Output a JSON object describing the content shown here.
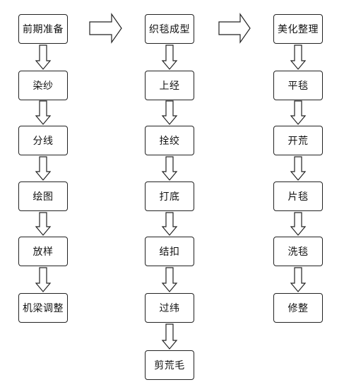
{
  "stages": [
    {
      "header": "前期准备",
      "steps": [
        "染纱",
        "分线",
        "绘图",
        "放样",
        "机梁调整"
      ]
    },
    {
      "header": "织毯成型",
      "steps": [
        "上经",
        "拴绞",
        "打底",
        "结扣",
        "过纬",
        "剪荒毛"
      ]
    },
    {
      "header": "美化整理",
      "steps": [
        "平毯",
        "开荒",
        "片毯",
        "洗毯",
        "修整"
      ]
    }
  ]
}
